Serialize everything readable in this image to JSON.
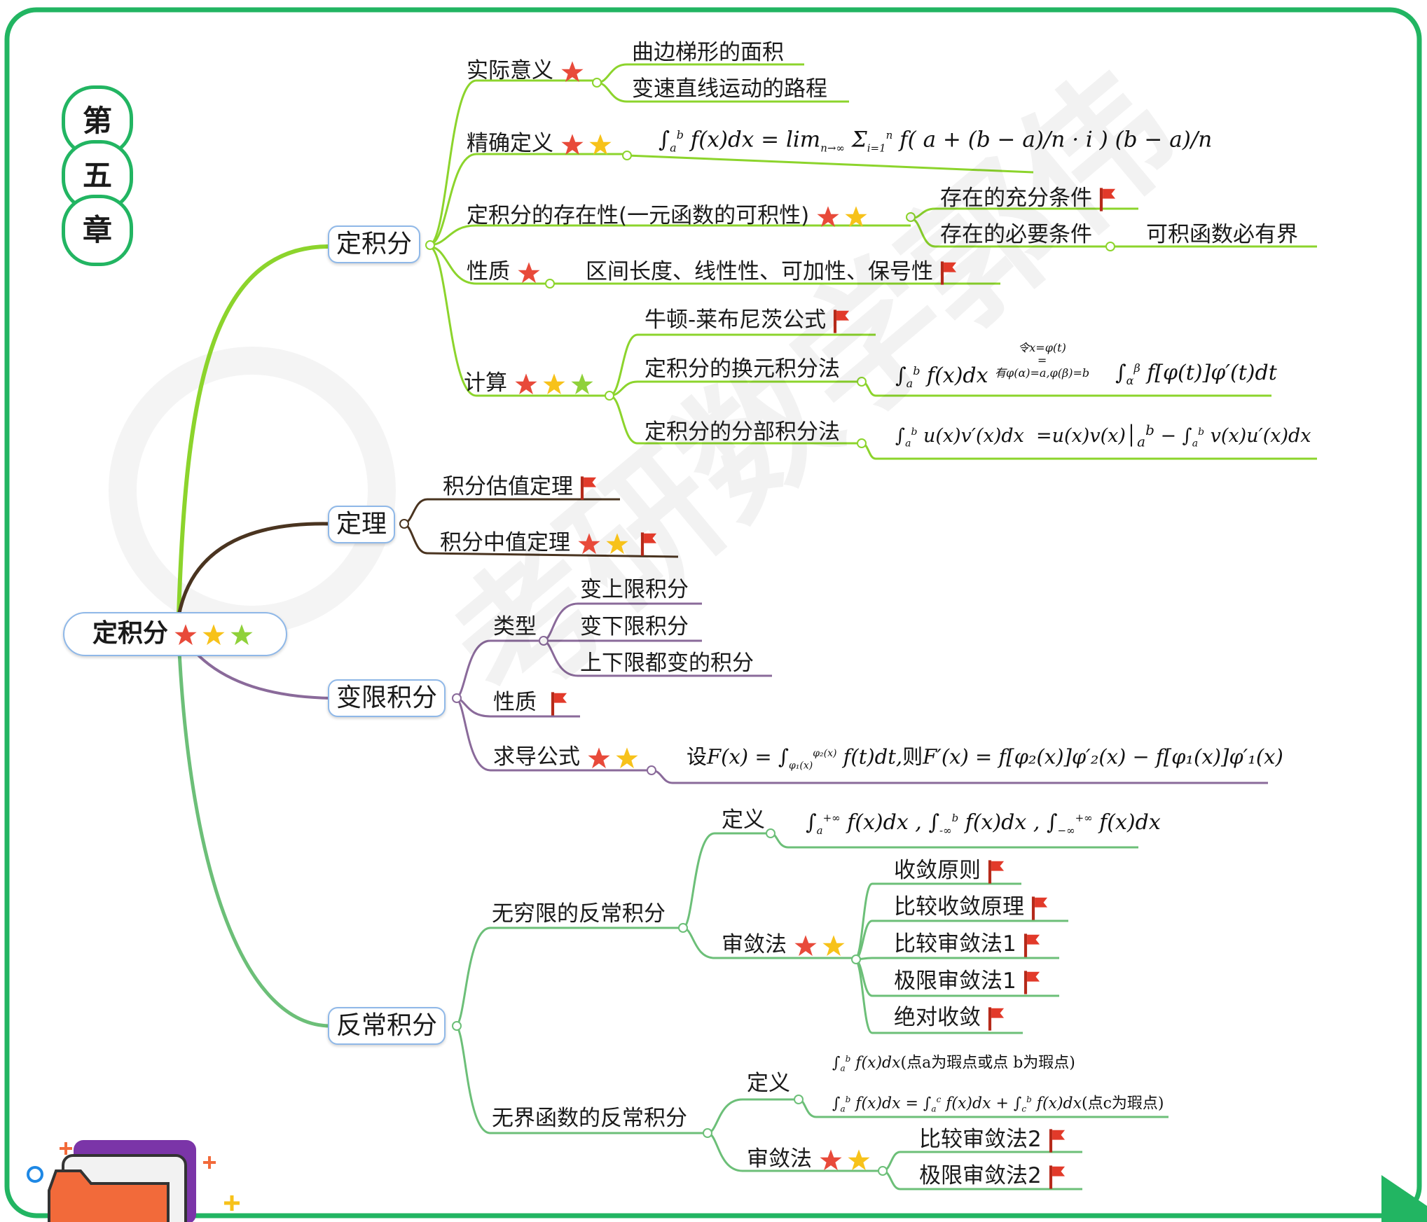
{
  "chapter": [
    "第",
    "五",
    "章"
  ],
  "watermark": "考研数学郭伟",
  "root": {
    "label": "定积分",
    "stars": [
      "red",
      "yellow",
      "green"
    ]
  },
  "colors": {
    "frame": "#22b562",
    "red_star": "#e84a3a",
    "yellow_star": "#f7c21a",
    "green_star": "#8fd13a",
    "flag": "#e23a2a"
  },
  "sections": {
    "dingjifen": {
      "label": "定积分",
      "shiji": {
        "label": "实际意义",
        "items": [
          "曲边梯形的面积",
          "变速直线运动的路程"
        ]
      },
      "jingque": {
        "label": "精确定义"
      },
      "cunzai": {
        "label": "定积分的存在性(一元函数的可积性)",
        "items": [
          "存在的充分条件",
          "存在的必要条件"
        ],
        "bound": "可积函数必有界"
      },
      "xingzhi": {
        "label": "性质",
        "text": "区间长度、线性性、可加性、保号性"
      },
      "jisuan": {
        "label": "计算",
        "items": [
          "牛顿-莱布尼茨公式",
          "定积分的换元积分法",
          "定积分的分部积分法"
        ]
      }
    },
    "dingli": {
      "label": "定理",
      "items": [
        "积分估值定理",
        "积分中值定理"
      ]
    },
    "bianxian": {
      "label": "变限积分",
      "leixing": {
        "label": "类型",
        "items": [
          "变上限积分",
          "变下限积分",
          "上下限都变的积分"
        ]
      },
      "xingzhi": "性质",
      "qiudao": "求导公式"
    },
    "fanchang": {
      "label": "反常积分",
      "wuqiong": {
        "label": "无穷限的反常积分",
        "dingyi": "定义",
        "shenlian": {
          "label": "审敛法",
          "items": [
            "收敛原则",
            "比较收敛原理",
            "比较审敛法1",
            "极限审敛法1",
            "绝对收敛"
          ]
        }
      },
      "wujie": {
        "label": "无界函数的反常积分",
        "dingyi": "定义",
        "defs": [
          "(点a为瑕点或点 b为瑕点)",
          "(点c为瑕点)"
        ],
        "shenlian": {
          "label": "审敛法",
          "items": [
            "比较审敛法2",
            "极限审敛法2"
          ]
        }
      }
    }
  }
}
